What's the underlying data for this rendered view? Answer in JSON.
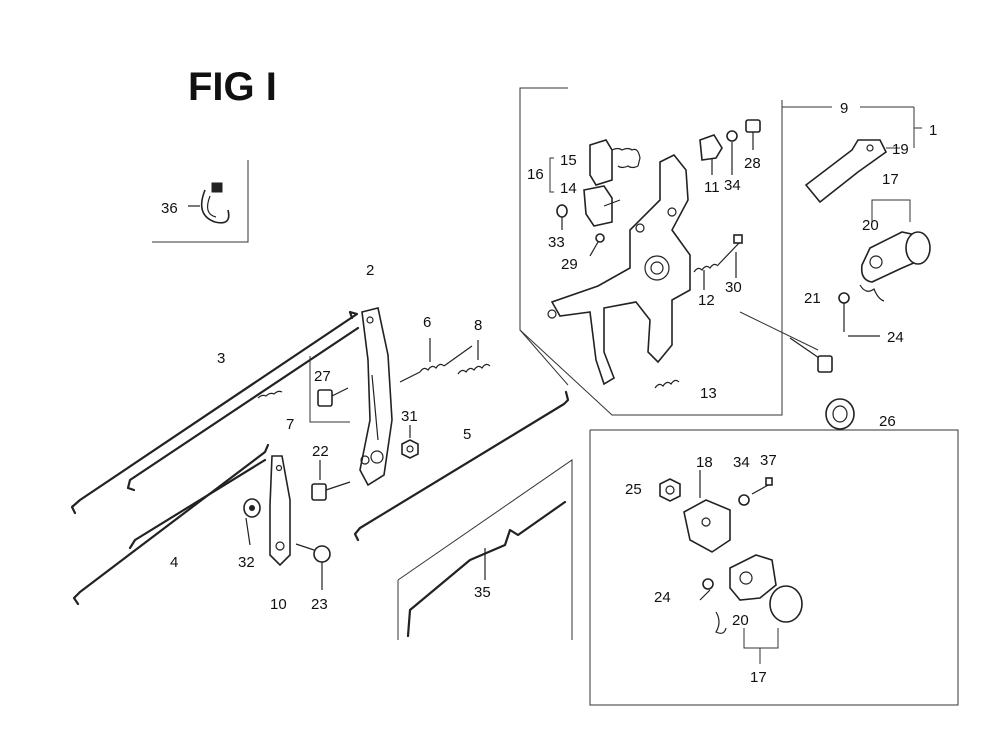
{
  "figure": {
    "title": "FIG I"
  },
  "callouts": {
    "c1": "1",
    "c2": "2",
    "c3": "3",
    "c4": "4",
    "c5": "5",
    "c6": "6",
    "c7": "7",
    "c8": "8",
    "c9": "9",
    "c10": "10",
    "c11": "11",
    "c12": "12",
    "c13": "13",
    "c14": "14",
    "c15": "15",
    "c16": "16",
    "c17a": "17",
    "c17b": "17",
    "c18": "18",
    "c19": "19",
    "c20a": "20",
    "c20b": "20",
    "c21": "21",
    "c22": "22",
    "c23": "23",
    "c24a": "24",
    "c24b": "24",
    "c25": "25",
    "c26": "26",
    "c27": "27",
    "c28": "28",
    "c29": "29",
    "c30": "30",
    "c31": "31",
    "c32": "32",
    "c33": "33",
    "c34a": "34",
    "c34b": "34",
    "c35": "35",
    "c36": "36",
    "c37": "37"
  }
}
